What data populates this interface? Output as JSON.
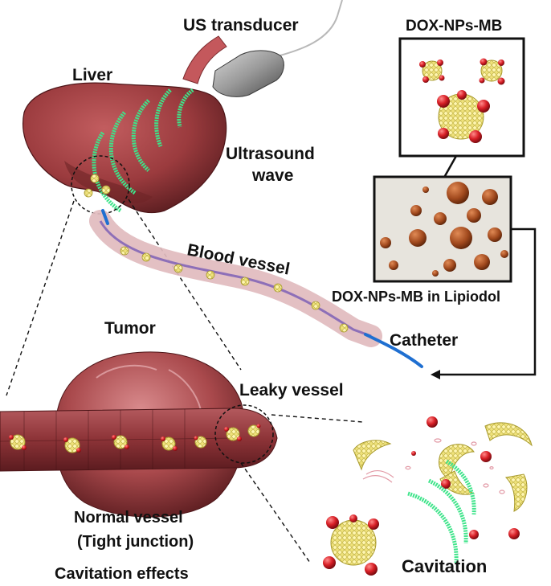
{
  "labels": {
    "us_transducer": "US transducer",
    "liver": "Liver",
    "ultrasound_wave_line1": "Ultrasound",
    "ultrasound_wave_line2": "wave",
    "dox_nps_mb": "DOX-NPs-MB",
    "dox_nps_mb_lipiodol": "DOX-NPs-MB in Lipiodol",
    "blood_vessel": "Blood vessel",
    "catheter": "Catheter",
    "tumor": "Tumor",
    "leaky_vessel": "Leaky vessel",
    "normal_vessel_line1": "Normal vessel",
    "normal_vessel_line2": "(Tight junction)",
    "cavitation_effects": "Cavitation effects",
    "cavitation": "Cavitation"
  },
  "colors": {
    "liver": "#9b3b3e",
    "liver_dark": "#6e2427",
    "vessel_tube": "#e8c0c4",
    "vessel_core": "#8d6fb8",
    "catheter": "#1f6fd1",
    "wave": "#3ee48a",
    "nanoparticle": "#efe27a",
    "microbubble_red": "#d81f26",
    "lipiodol_droplet": "#a24a1e",
    "micrograph_bg": "#e7e4dd"
  },
  "icons": [
    "ultrasound-transducer-icon",
    "microbubble-icon",
    "nanoparticle-icon"
  ]
}
